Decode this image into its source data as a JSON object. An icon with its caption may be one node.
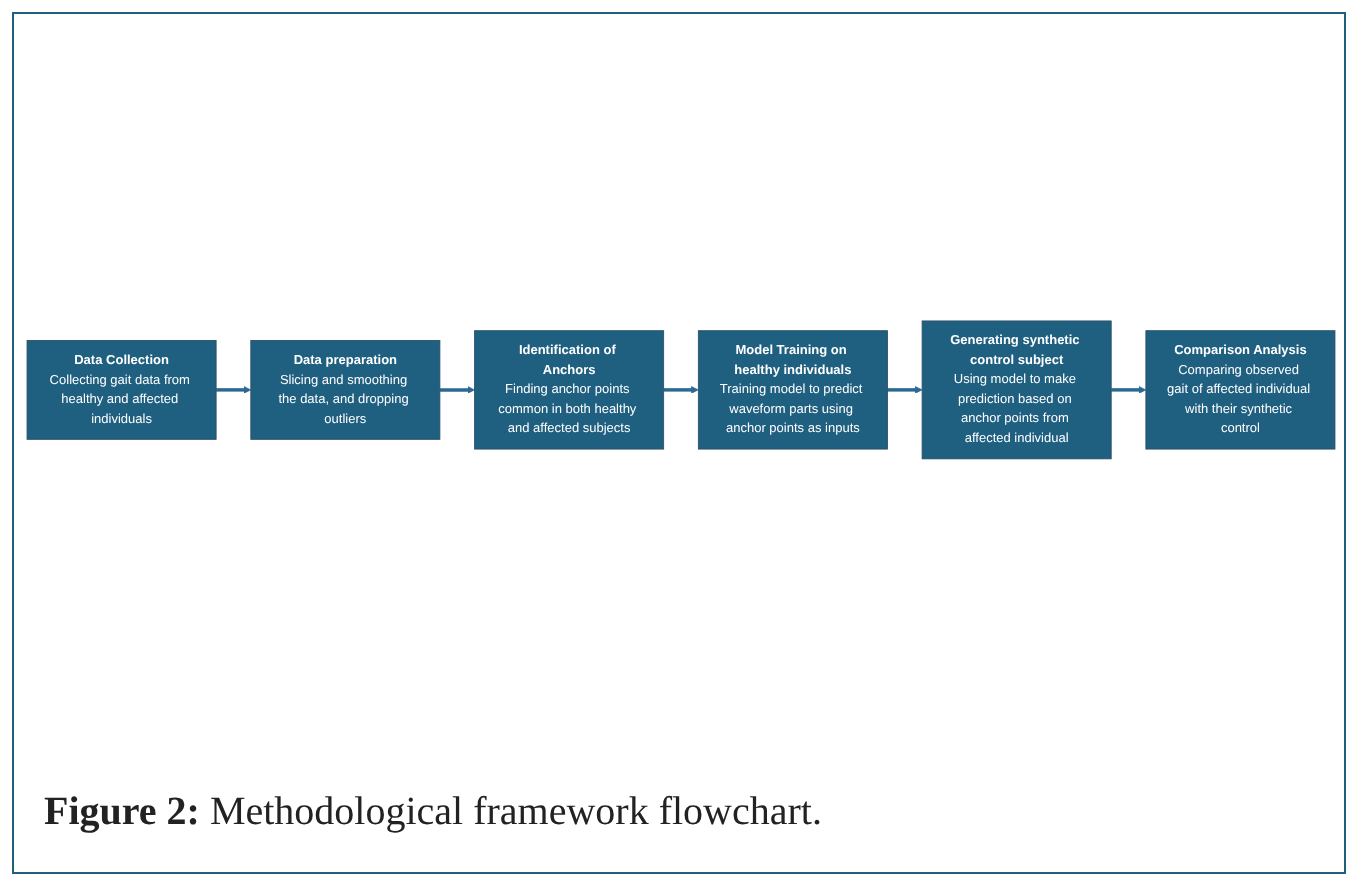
{
  "diagram": {
    "caption": "**Figure 2:** Methodological framework flowchart.",
    "nodes": [
      {
        "text": [
          "Data Collection",
          "Collecting gait data from healthy and affected individuals"
        ]
      },
      {
        "text": [
          "Data preparation",
          "Slicing and smoothing the data, and dropping outliers"
        ]
      },
      {
        "text": [
          "Identification of Anchors",
          "Finding anchor points common in both healthy and affected subjects"
        ]
      },
      {
        "text": [
          "Model Training on healthy individuals",
          "Training model to predict waveform parts using anchor points as inputs"
        ]
      },
      {
        "text": [
          "Generating synthetic control subject",
          "Using model to make prediction based on anchor points from affected individual"
        ]
      },
      {
        "text": [
          "Comparison Analysis",
          "Comparing observed gait of affected individual with their synthetic control"
        ]
      }
    ],
    "edges": [
      {
        "from": 0,
        "to": 1,
        "arrow": "to"
      },
      {
        "from": 1,
        "to": 2,
        "arrow": "to"
      },
      {
        "from": 2,
        "to": 3,
        "arrow": "to"
      },
      {
        "from": 3,
        "to": 4,
        "arrow": "to"
      },
      {
        "from": 4,
        "to": 5,
        "arrow": "to"
      }
    ]
  }
}
